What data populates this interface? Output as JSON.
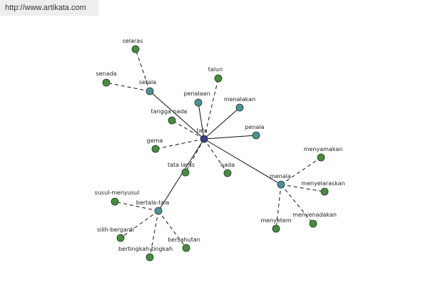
{
  "source_url": "http://www.artikata.com",
  "colors": {
    "center": "#3c3c8c",
    "direct": "#4f8f9a",
    "leaf": "#4a8a42",
    "edge": "#111111"
  },
  "graph": {
    "center": "tala",
    "nodes": [
      {
        "id": "tala",
        "label": "tala",
        "kind": "center"
      },
      {
        "id": "setala",
        "label": "setala",
        "kind": "direct"
      },
      {
        "id": "penalaan",
        "label": "penalaan",
        "kind": "direct"
      },
      {
        "id": "menalakan",
        "label": "menalakan",
        "kind": "direct"
      },
      {
        "id": "penala",
        "label": "penala",
        "kind": "direct"
      },
      {
        "id": "menala",
        "label": "menala",
        "kind": "direct"
      },
      {
        "id": "bertala-tala",
        "label": "bertala-tala",
        "kind": "direct"
      },
      {
        "id": "selaras",
        "label": "selaras",
        "kind": "leaf"
      },
      {
        "id": "senada",
        "label": "senada",
        "kind": "leaf"
      },
      {
        "id": "talun",
        "label": "talun",
        "kind": "leaf"
      },
      {
        "id": "tangga-nada",
        "label": "tangga nada",
        "kind": "leaf"
      },
      {
        "id": "gema",
        "label": "gema",
        "kind": "leaf"
      },
      {
        "id": "tata-laras",
        "label": "tata laras",
        "kind": "leaf"
      },
      {
        "id": "nada",
        "label": "nada",
        "kind": "leaf"
      },
      {
        "id": "menyamakan",
        "label": "menyamakan",
        "kind": "leaf"
      },
      {
        "id": "menyelaraskan",
        "label": "menyelaraskan",
        "kind": "leaf"
      },
      {
        "id": "menyenadakan",
        "label": "menyenadakan",
        "kind": "leaf"
      },
      {
        "id": "menyetem",
        "label": "menyetem",
        "kind": "leaf"
      },
      {
        "id": "susul-menyusul",
        "label": "susul-menyusul",
        "kind": "leaf"
      },
      {
        "id": "silih-berganti",
        "label": "silih-berganti",
        "kind": "leaf"
      },
      {
        "id": "bertingkah-tingkah",
        "label": "bertingkah-tingkah",
        "kind": "leaf"
      },
      {
        "id": "bersahutan",
        "label": "bersahutan",
        "kind": "leaf"
      }
    ],
    "edges": [
      {
        "from": "tala",
        "to": "setala",
        "style": "solid"
      },
      {
        "from": "tala",
        "to": "penalaan",
        "style": "solid"
      },
      {
        "from": "tala",
        "to": "menalakan",
        "style": "solid"
      },
      {
        "from": "tala",
        "to": "penala",
        "style": "solid"
      },
      {
        "from": "tala",
        "to": "menala",
        "style": "solid"
      },
      {
        "from": "tala",
        "to": "bertala-tala",
        "style": "solid"
      },
      {
        "from": "tala",
        "to": "talun",
        "style": "dashed"
      },
      {
        "from": "tala",
        "to": "tangga-nada",
        "style": "dashed"
      },
      {
        "from": "tala",
        "to": "gema",
        "style": "dashed"
      },
      {
        "from": "tala",
        "to": "tata-laras",
        "style": "dashed"
      },
      {
        "from": "tala",
        "to": "nada",
        "style": "dashed"
      },
      {
        "from": "setala",
        "to": "selaras",
        "style": "dashed"
      },
      {
        "from": "setala",
        "to": "senada",
        "style": "dashed"
      },
      {
        "from": "menala",
        "to": "menyamakan",
        "style": "dashed"
      },
      {
        "from": "menala",
        "to": "menyelaraskan",
        "style": "dashed"
      },
      {
        "from": "menala",
        "to": "menyenadakan",
        "style": "dashed"
      },
      {
        "from": "menala",
        "to": "menyetem",
        "style": "dashed"
      },
      {
        "from": "bertala-tala",
        "to": "susul-menyusul",
        "style": "dashed"
      },
      {
        "from": "bertala-tala",
        "to": "silih-berganti",
        "style": "dashed"
      },
      {
        "from": "bertala-tala",
        "to": "bertingkah-tingkah",
        "style": "dashed"
      },
      {
        "from": "bertala-tala",
        "to": "bersahutan",
        "style": "dashed"
      }
    ]
  }
}
